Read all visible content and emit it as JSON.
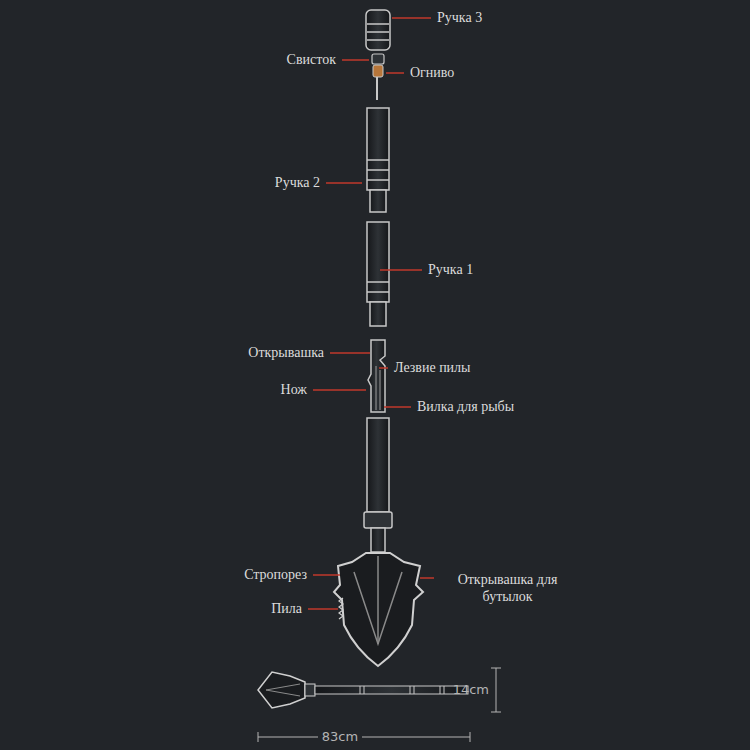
{
  "diagram": {
    "labels": [
      "Ручка 3",
      "Свисток",
      "Огниво",
      "Ручка 2",
      "Ручка 1",
      "Открывашка",
      "Лезвие пилы",
      "Нож",
      "Вилка для рыбы",
      "Стропорез",
      "Открывашка для бутылок",
      "Пила",
      "14cm",
      "83cm"
    ]
  }
}
